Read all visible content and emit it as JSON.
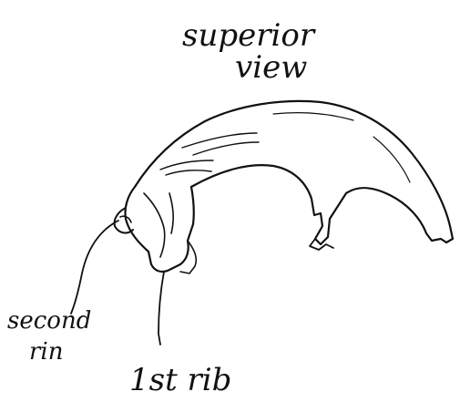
{
  "title_line1": "superior",
  "title_line2": "view",
  "labels": {
    "second_rib_line1": "second",
    "second_rib_line2": "rin",
    "first_rib": "1st rib"
  },
  "colors": {
    "background": "#ffffff",
    "ink": "#111111"
  }
}
